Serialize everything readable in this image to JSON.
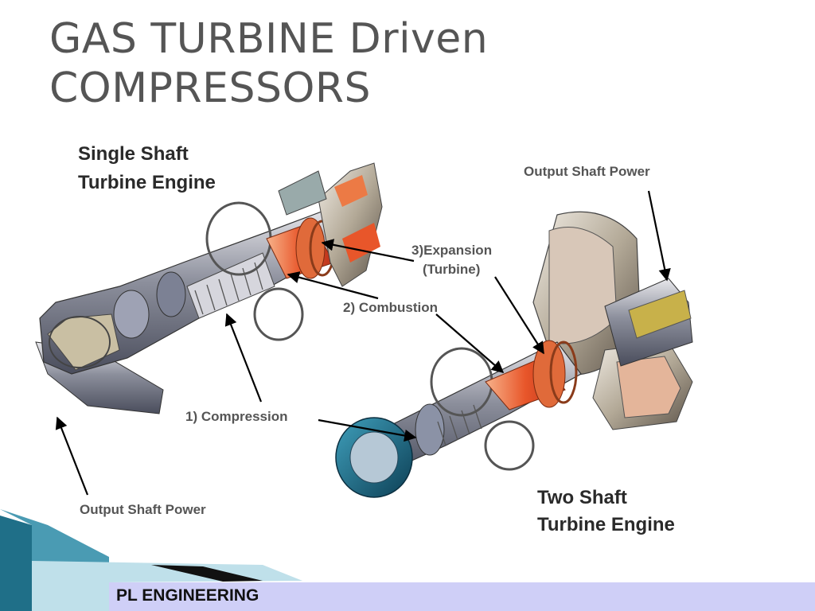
{
  "slide": {
    "title_line1": "GAS TURBINE Driven",
    "title_line2": "COMPRESSORS",
    "footer": "PL ENGINEERING"
  },
  "diagram": {
    "single_shaft_title_line1": "Single Shaft",
    "single_shaft_title_line2": "Turbine Engine",
    "two_shaft_title_line1": "Two Shaft",
    "two_shaft_title_line2": "Turbine Engine",
    "output_shaft_power_left": "Output Shaft Power",
    "output_shaft_power_right": "Output Shaft Power",
    "stage_expansion_line1": "3)Expansion",
    "stage_expansion_line2": "(Turbine)",
    "stage_combustion": "2) Combustion",
    "stage_compression": "1) Compression"
  },
  "colors": {
    "title": "#555555",
    "footer_bar": "#cfcff7",
    "accent_teal": "#1f6f88",
    "flame": "#e8562a"
  }
}
